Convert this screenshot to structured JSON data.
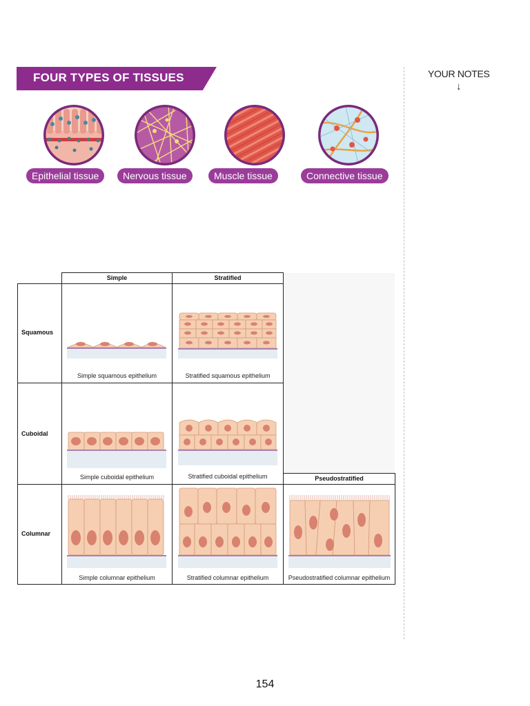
{
  "header": {
    "title": "FOUR TYPES OF TISSUES",
    "colors": {
      "banner": "#8e2c8e",
      "pill": "#9b3c9b"
    }
  },
  "notes": {
    "label": "YOUR NOTES",
    "arrow_icon": "down-arrow-icon"
  },
  "tissues": [
    {
      "label": "Epithelial tissue"
    },
    {
      "label": "Nervous tissue"
    },
    {
      "label": "Muscle tissue"
    },
    {
      "label": "Connective tissue"
    }
  ],
  "table": {
    "columns": [
      "Simple",
      "Stratified",
      "Pseudostratified"
    ],
    "rows": [
      "Squamous",
      "Cuboidal",
      "Columnar"
    ],
    "captions": {
      "simple_squamous": "Simple squamous epithelium",
      "stratified_squamous": "Stratified squamous epithelium",
      "simple_cuboidal": "Simple cuboidal epithelium",
      "stratified_cuboidal": "Stratified cuboidal epithelium",
      "simple_columnar": "Simple columnar epithelium",
      "stratified_columnar": "Stratified columnar epithelium",
      "pseudostratified_columnar": "Pseudostratified columnar epithelium"
    }
  },
  "footer": {
    "page_number": "154"
  }
}
